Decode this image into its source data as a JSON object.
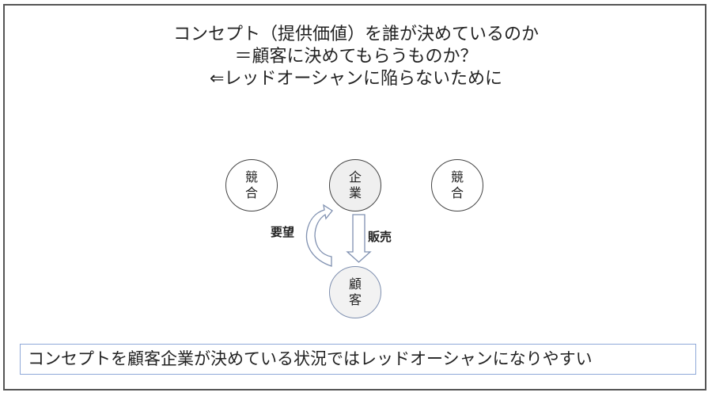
{
  "title_lines": [
    "コンセプト（提供価値）を誰が決めているのか",
    "＝顧客に決めてもらうものか？",
    "⇐レッドオーシャンに陥らないために"
  ],
  "nodes": {
    "competitor_left": [
      "競",
      "合"
    ],
    "company": [
      "企",
      "業"
    ],
    "competitor_right": [
      "競",
      "合"
    ],
    "customer": [
      "顧",
      "客"
    ]
  },
  "arrows": {
    "request_label": "要望",
    "sales_label": "販売"
  },
  "summary": "コンセプトを顧客企業が決めている状況ではレッドオーシャンになりやすい",
  "colors": {
    "frame": "#555555",
    "customer_border": "#7f90b0",
    "arrow": "#7f90b0",
    "summary_border": "#8fa9d8"
  }
}
